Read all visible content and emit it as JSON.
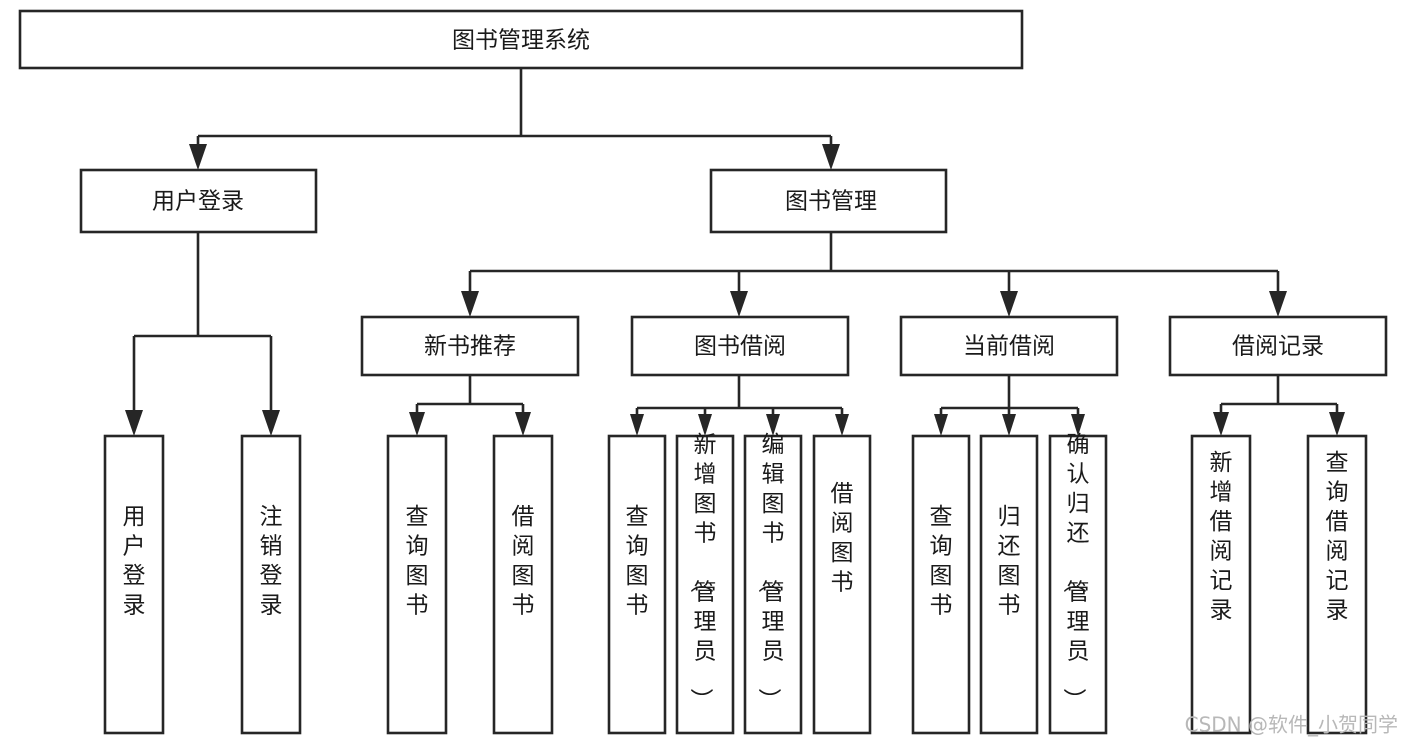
{
  "diagram": {
    "type": "tree-hierarchy",
    "title": "图书管理系统",
    "watermark": "CSDN @软件_小贺同学",
    "colors": {
      "stroke": "#262626",
      "fill": "#ffffff",
      "text": "#1a1a1a",
      "watermark": "#b8b8b8",
      "background": "#ffffff"
    },
    "levels": [
      {
        "level": 1,
        "nodes": [
          {
            "id": "root",
            "label": "图书管理系统",
            "orientation": "horizontal"
          }
        ]
      },
      {
        "level": 2,
        "nodes": [
          {
            "id": "login",
            "label": "用户登录",
            "orientation": "horizontal",
            "parent": "root"
          },
          {
            "id": "bookmgmt",
            "label": "图书管理",
            "orientation": "horizontal",
            "parent": "root"
          }
        ]
      },
      {
        "level": 3,
        "nodes": [
          {
            "id": "newbook",
            "label": "新书推荐",
            "orientation": "horizontal",
            "parent": "bookmgmt"
          },
          {
            "id": "borrow",
            "label": "图书借阅",
            "orientation": "horizontal",
            "parent": "bookmgmt"
          },
          {
            "id": "current",
            "label": "当前借阅",
            "orientation": "horizontal",
            "parent": "bookmgmt"
          },
          {
            "id": "records",
            "label": "借阅记录",
            "orientation": "horizontal",
            "parent": "bookmgmt"
          }
        ]
      },
      {
        "level": 4,
        "nodes": [
          {
            "id": "leaf-user-login",
            "label": "用户登录",
            "orientation": "vertical",
            "parent": "login"
          },
          {
            "id": "leaf-user-logout",
            "label": "注销登录",
            "orientation": "vertical",
            "parent": "login"
          },
          {
            "id": "leaf-nb-query",
            "label": "查询图书",
            "orientation": "vertical",
            "parent": "newbook"
          },
          {
            "id": "leaf-nb-borrow",
            "label": "借阅图书",
            "orientation": "vertical",
            "parent": "newbook"
          },
          {
            "id": "leaf-bw-query",
            "label": "查询图书",
            "orientation": "vertical",
            "parent": "borrow"
          },
          {
            "id": "leaf-bw-add",
            "label": "新增图书（管理员）",
            "orientation": "vertical",
            "parent": "borrow"
          },
          {
            "id": "leaf-bw-edit",
            "label": "编辑图书（管理员）",
            "orientation": "vertical",
            "parent": "borrow"
          },
          {
            "id": "leaf-bw-borrow",
            "label": "借阅图书",
            "orientation": "vertical",
            "parent": "borrow"
          },
          {
            "id": "leaf-cb-query",
            "label": "查询图书",
            "orientation": "vertical",
            "parent": "current"
          },
          {
            "id": "leaf-cb-return",
            "label": "归还图书",
            "orientation": "vertical",
            "parent": "current"
          },
          {
            "id": "leaf-cb-confirm",
            "label": "确认归还（管理员）",
            "orientation": "vertical",
            "parent": "current"
          },
          {
            "id": "leaf-rc-add",
            "label": "新增借阅记录",
            "orientation": "vertical",
            "parent": "records"
          },
          {
            "id": "leaf-rc-query",
            "label": "查询借阅记录",
            "orientation": "vertical",
            "parent": "records"
          }
        ]
      }
    ]
  }
}
